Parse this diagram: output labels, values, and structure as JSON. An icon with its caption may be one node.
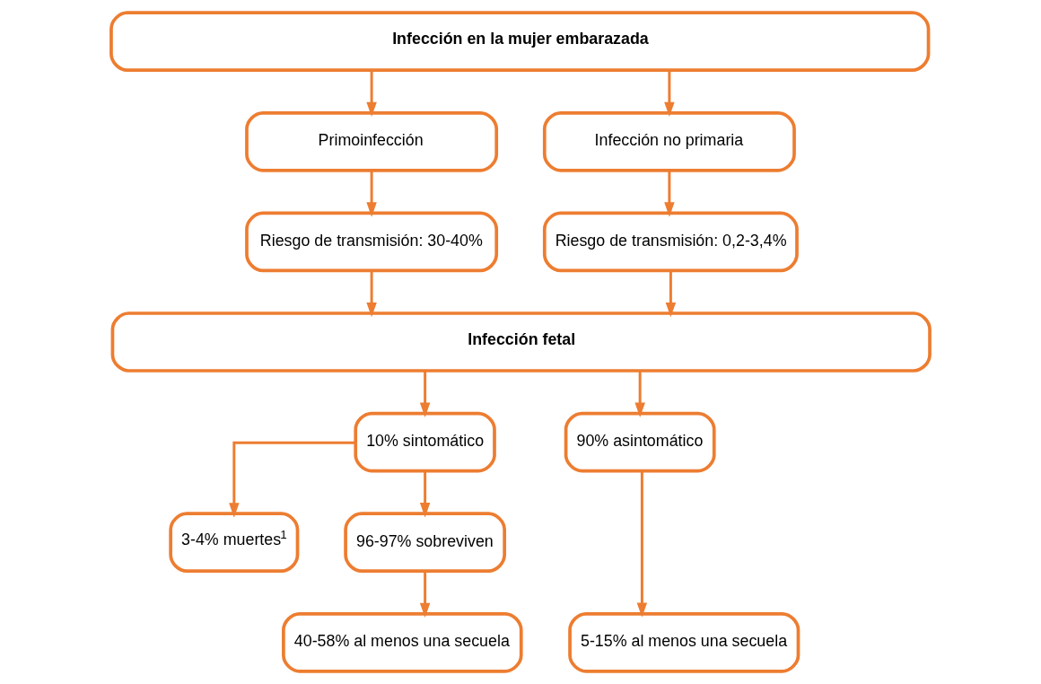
{
  "diagram": {
    "nodes": [
      {
        "text": [
          "Infección en la mujer embarazada"
        ]
      },
      {
        "text": [
          "Primoinfección"
        ]
      },
      {
        "text": [
          "Infección no primaria"
        ]
      },
      {
        "text": [
          "Riesgo de transmisión: 30-40%"
        ]
      },
      {
        "text": [
          "Riesgo de transmisión: 0,2-3,4%"
        ]
      },
      {
        "text": [
          "Infección fetal"
        ]
      },
      {
        "text": [
          "10% sintomático"
        ]
      },
      {
        "text": [
          "90% asintomático"
        ]
      },
      {
        "text": [
          "3-4% muertes$^{1}$"
        ]
      },
      {
        "text": [
          "96-97% sobreviven"
        ]
      },
      {
        "text": [
          "40-58% al menos una secuela"
        ]
      },
      {
        "text": [
          "5-15% al menos una secuela"
        ]
      }
    ],
    "edges": [
      {
        "from": 0,
        "to": 1,
        "arrow": "to"
      },
      {
        "from": 0,
        "to": 2,
        "arrow": "to"
      },
      {
        "from": 1,
        "to": 3,
        "arrow": "to"
      },
      {
        "from": 2,
        "to": 4,
        "arrow": "to"
      },
      {
        "from": 3,
        "to": 5,
        "arrow": "to"
      },
      {
        "from": 4,
        "to": 5,
        "arrow": "to"
      },
      {
        "from": 5,
        "to": 6,
        "arrow": "to"
      },
      {
        "from": 5,
        "to": 7,
        "arrow": "to"
      },
      {
        "from": 6,
        "to": 8,
        "arrow": "to"
      },
      {
        "from": 6,
        "to": 9,
        "arrow": "to"
      },
      {
        "from": 9,
        "to": 10,
        "arrow": "to"
      },
      {
        "from": 7,
        "to": 11,
        "arrow": "to"
      }
    ]
  }
}
